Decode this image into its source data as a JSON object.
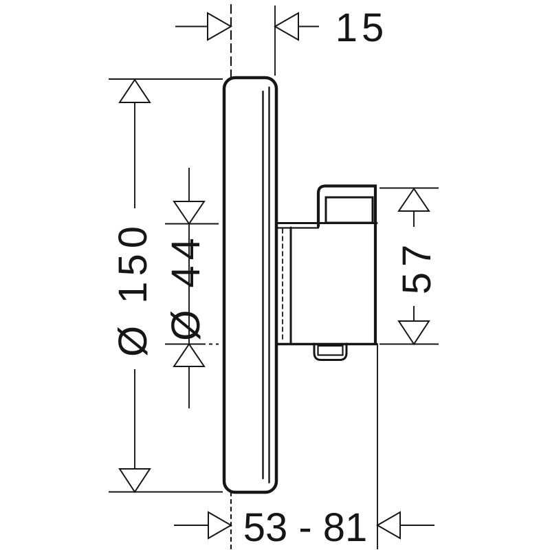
{
  "drawing": {
    "background_color": "#ffffff",
    "line_color": "#161616",
    "dimensions": {
      "plate_depth": {
        "label": "15"
      },
      "plate_diameter": {
        "label": "Ø 150"
      },
      "handle_diameter": {
        "label": "Ø 44"
      },
      "handle_height": {
        "label": "57"
      },
      "projection_range": {
        "label": "53 - 81"
      }
    }
  }
}
